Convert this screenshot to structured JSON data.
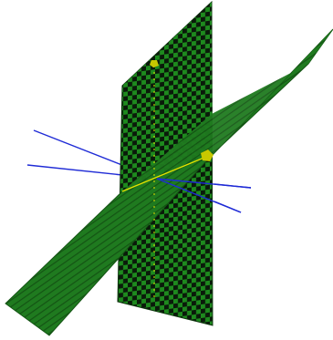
{
  "scene": {
    "background_color": "#ffffff",
    "plane_colors": {
      "checker_dark": "#0a1a0a",
      "checker_green": "#1e8a1e",
      "slanted_surface": "#1f7a1f",
      "slanted_edge": "#145414"
    },
    "line_colors": {
      "blue_lines": "#1f2bd6",
      "yellow_axis": "#e3e300",
      "yellow_marker": "#c8c800"
    },
    "objects": [
      {
        "name": "vertical-checkerboard-plane",
        "kind": "plane",
        "pattern": "checkerboard"
      },
      {
        "name": "slanted-green-plane",
        "kind": "plane",
        "pattern": "fine-stripes"
      },
      {
        "name": "blue-line-1",
        "kind": "line"
      },
      {
        "name": "blue-line-2",
        "kind": "line"
      },
      {
        "name": "blue-line-3",
        "kind": "line"
      },
      {
        "name": "blue-line-4",
        "kind": "line"
      },
      {
        "name": "yellow-intersection-line",
        "kind": "line"
      },
      {
        "name": "yellow-marker-top",
        "kind": "point"
      },
      {
        "name": "yellow-marker-right",
        "kind": "point"
      }
    ]
  }
}
